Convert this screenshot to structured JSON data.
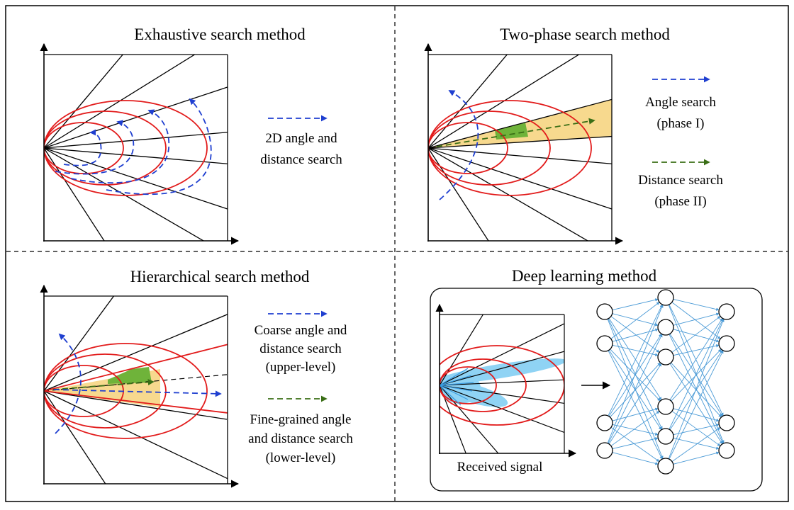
{
  "panels": {
    "exhaustive": {
      "title": "Exhaustive search method",
      "legend": [
        "2D angle and",
        "distance search"
      ]
    },
    "two_phase": {
      "title": "Two-phase search method",
      "legend_angle": [
        "Angle search",
        "(phase I)"
      ],
      "legend_distance": [
        "Distance search",
        "(phase II)"
      ]
    },
    "hierarchical": {
      "title": "Hierarchical search method",
      "legend_coarse": [
        "Coarse angle and",
        "distance search",
        "(upper-level)"
      ],
      "legend_fine": [
        "Fine-grained angle",
        "and distance search",
        "(lower-level)"
      ]
    },
    "deep_learning": {
      "title": "Deep learning method",
      "input_label": "Received signal"
    }
  },
  "colors": {
    "blue_arrow": "#1f3fd0",
    "green_arrow": "#3a6e16",
    "ring": "#e21b1b",
    "sector_fill": "#f7d98e",
    "green_fill": "#6fb33a",
    "beam_fill": "#8fd3f4",
    "network_edge": "#4a9ad6"
  }
}
